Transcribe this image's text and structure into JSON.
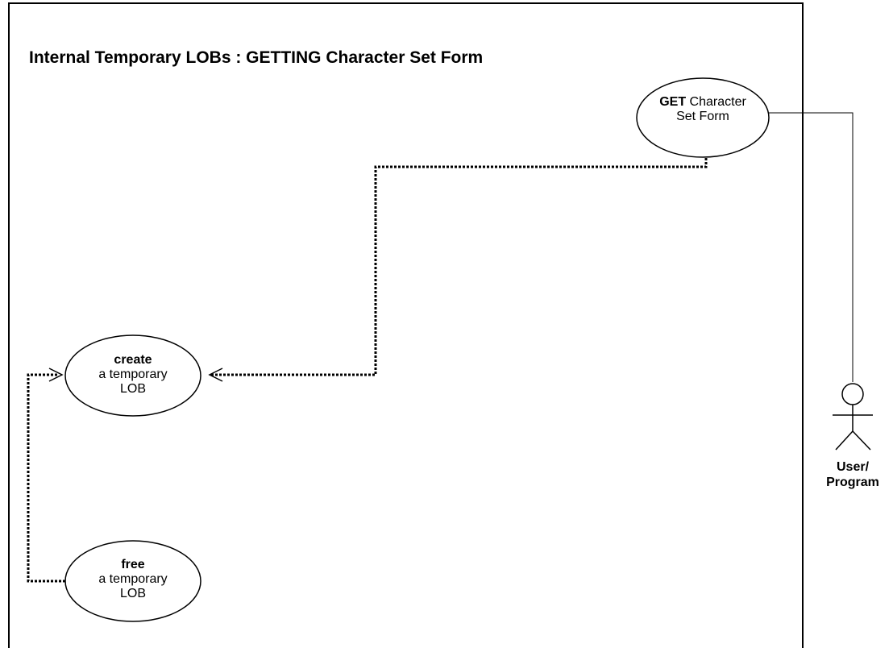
{
  "diagram": {
    "title": "Internal Temporary LOBs : GETTING Character Set Form",
    "use_cases": {
      "get_charset_form": {
        "keyword": "GET",
        "line1_rest": " Character",
        "line2": "Set Form"
      },
      "create_temp_lob": {
        "keyword": "create",
        "line2": "a temporary",
        "line3": "LOB"
      },
      "free_temp_lob": {
        "keyword": "free",
        "line2": "a temporary",
        "line3": "LOB"
      }
    },
    "actor": {
      "line1": "User/",
      "line2": "Program"
    }
  }
}
